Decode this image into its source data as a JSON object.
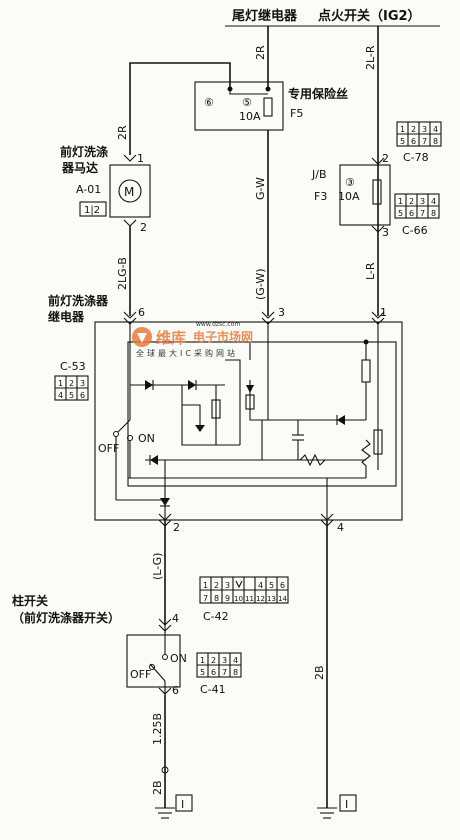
{
  "top_labels": {
    "tail_relay": "尾灯继电器",
    "ignition_switch": "点火开关（IG2）"
  },
  "wires": {
    "w_2r_top": "2R",
    "w_2l_r_top": "2L-R",
    "w_2r_left": "2R",
    "w_g_w": "G-W",
    "w_g_w_paren": "(G-W)",
    "w_2lg_b": "2LG-B",
    "w_l_r": "L-R",
    "w_l_g": "(L-G)",
    "w_2b_right": "2B",
    "w_125b": "1.25B",
    "w_2b_left": "2B"
  },
  "fuse_f5": {
    "title": "专用保险丝",
    "id": "F5",
    "amp": "10A",
    "pin_a": "⑥",
    "pin_b": "⑤"
  },
  "fuse_f3": {
    "jb": "J/B",
    "id": "F3",
    "amp": "10A",
    "pin": "③"
  },
  "motor": {
    "title_line1": "前灯洗涤",
    "title_line2": "器马达",
    "code": "A-01",
    "symbol": "M",
    "pin_top": "1",
    "pin_bottom": "2",
    "plug": "1|2"
  },
  "relay": {
    "title_line1": "前灯洗涤器",
    "title_line2": "继电器",
    "code": "C-53",
    "off": "OFF",
    "on": "ON",
    "pins": {
      "p6": "6",
      "p3": "3",
      "p1": "1",
      "p2": "2",
      "p4": "4"
    }
  },
  "column_switch": {
    "title_line1": "柱开关",
    "title_line2": "（前灯洗涤器开关）",
    "off": "OFF",
    "on": "ON",
    "pin_top": "4",
    "pin_bottom": "6"
  },
  "connectors": {
    "c78": {
      "label": "C-78",
      "top": [
        "1",
        "2",
        "3",
        "4"
      ],
      "bottom": [
        "5",
        "6",
        "7",
        "8"
      ]
    },
    "c66": {
      "label": "C-66",
      "top": [
        "1",
        "2",
        "3",
        "4"
      ],
      "bottom": [
        "5",
        "6",
        "7",
        "8"
      ]
    },
    "c53": {
      "label": "C-53",
      "top": [
        "1",
        "2",
        "3"
      ],
      "bottom": [
        "4",
        "5",
        "6"
      ]
    },
    "c42": {
      "label": "C-42",
      "top": [
        "1",
        "2",
        "3",
        "",
        "4",
        "5",
        "6"
      ],
      "bottom": [
        "7",
        "8",
        "9",
        "10",
        "11",
        "12",
        "13",
        "14"
      ]
    },
    "c41": {
      "label": "C-41",
      "top": [
        "1",
        "2",
        "3",
        "4"
      ],
      "bottom": [
        "5",
        "6",
        "7",
        "8"
      ]
    }
  },
  "pins": {
    "f3_top": "2",
    "f3_bottom": "3"
  },
  "grounds": {
    "g_left": "I",
    "g_right": "I"
  },
  "watermark": {
    "brand": "维库",
    "site_text": "电子市场网",
    "url": "www.dzsc.com",
    "slogan": "全球最大IC采购网站"
  },
  "colors": {
    "ink": "#111111",
    "paper": "#fbfbf8",
    "watermark": "#e87a3c"
  }
}
